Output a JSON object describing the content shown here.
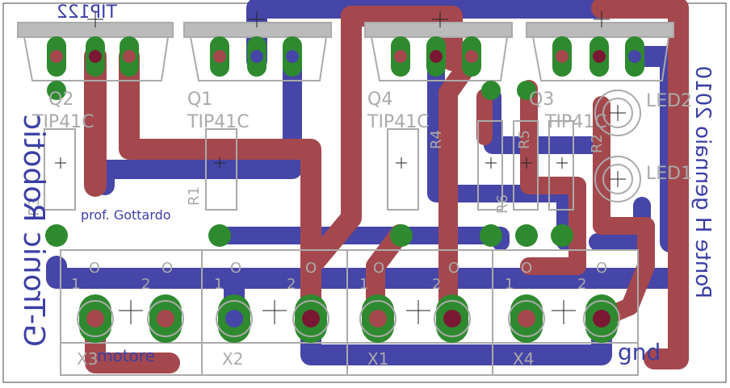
{
  "board": {
    "title": "Ponte H gennaio 2010",
    "author": "prof. Gottardo",
    "brand": "G-Tronic Robotic",
    "motor_label": "motore",
    "gnd_label": "gnd",
    "ic_label": "TIP122"
  },
  "transistors": [
    {
      "ref": "Q2",
      "part": "TIP41C"
    },
    {
      "ref": "Q1",
      "part": "TIP41C"
    },
    {
      "ref": "Q4",
      "part": "TIP41C"
    },
    {
      "ref": "Q3",
      "part": "TIP41C"
    }
  ],
  "resistors": [
    "R3",
    "R1",
    "R4",
    "R6",
    "R5",
    "R2"
  ],
  "leds": [
    "LED2",
    "LED1"
  ],
  "connectors": [
    {
      "ref": "X3",
      "pin1": "1",
      "pin2": "2",
      "o": "O"
    },
    {
      "ref": "X2",
      "pin1": "1",
      "pin2": "2",
      "o": "O"
    },
    {
      "ref": "X1",
      "pin1": "1",
      "pin2": "2",
      "o": "O"
    },
    {
      "ref": "X4",
      "pin1": "1",
      "pin2": "2",
      "o": "O"
    }
  ],
  "colors": {
    "top_copper": "#a4484d",
    "bottom_copper": "#4645a8",
    "pad": "#2e8a2e",
    "silk": "#aaaaaa",
    "via": "#7a1834"
  }
}
